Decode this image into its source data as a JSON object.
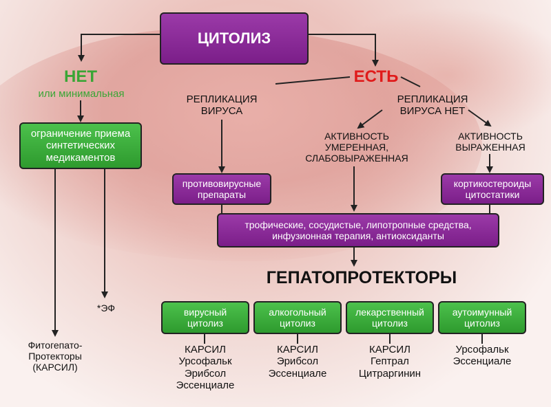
{
  "root": "ЦИТОЛИЗ",
  "no": {
    "title": "НЕТ",
    "subtitle": "или минимальная"
  },
  "yes": {
    "title": "ЕСТЬ"
  },
  "labels": {
    "replication_yes": "РЕПЛИКАЦИЯ\nВИРУСА",
    "replication_no": "РЕПЛИКАЦИЯ\nВИРУСА НЕТ",
    "activity_moderate": "АКТИВНОСТЬ\nУМЕРЕННАЯ,\nСЛАБОВЫРАЖЕННАЯ",
    "activity_severe": "АКТИВНОСТЬ\nВЫРАЖЕННАЯ",
    "ef": "*ЭФ",
    "phyto": "Фитогепато-\nПротекторы\n(КАРСИЛ)",
    "hepatoprotectors": "ГЕПАТОПРОТЕКТОРЫ"
  },
  "boxes": {
    "limit_meds": "ограничение приема\nсинтетических\nмедикаментов",
    "antiviral": "противовирусные\nпрепараты",
    "corticosteroids": "кортикостероиды\nцитостатики",
    "trophic": "трофические, сосудистые, липотропные средства,\nинфузионная терапия, антиоксиданты"
  },
  "categories": [
    {
      "name": "вирусный\nцитолиз",
      "drugs": "КАРСИЛ\nУрсофальк\nЭрибсол\nЭссенциале"
    },
    {
      "name": "алкогольный\nцитолиз",
      "drugs": "КАРСИЛ\nЭрибсол\nЭссенциале"
    },
    {
      "name": "лекарственный\nцитолиз",
      "drugs": "КАРСИЛ\nГептрал\nЦитраргинин"
    },
    {
      "name": "аутоимунный\nцитолиз",
      "drugs": "Урсофальк\nЭссенциале"
    }
  ],
  "colors": {
    "purple": "#7b1e89",
    "green": "#2e9a2e",
    "no_text": "#3aa535",
    "yes_text": "#e01b1b"
  }
}
